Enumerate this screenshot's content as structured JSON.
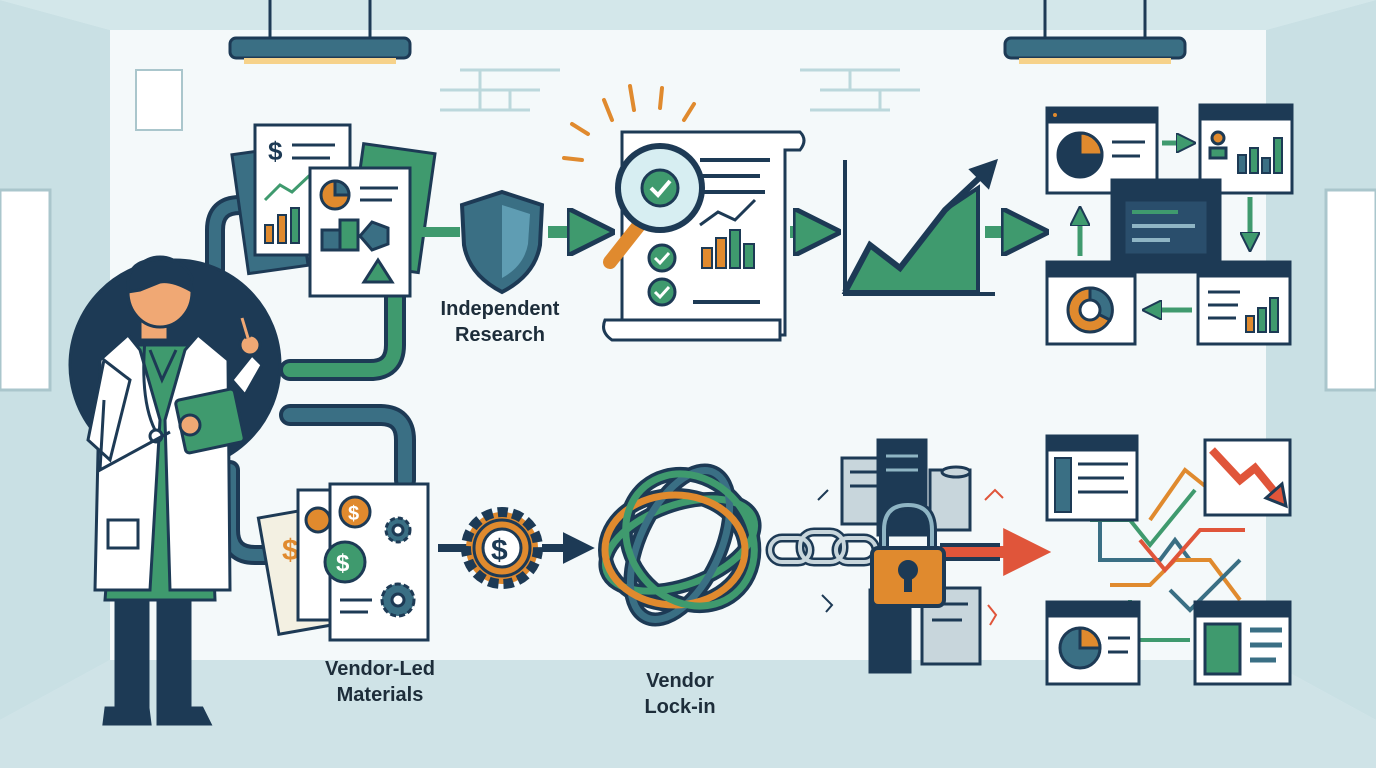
{
  "labels": {
    "independent_research": [
      "Independent",
      "Research"
    ],
    "vendor_led_materials": [
      "Vendor-Led",
      "Materials"
    ],
    "vendor_lock_in": [
      "Vendor",
      "Lock-in"
    ]
  },
  "icons": {
    "shield": "shield-icon",
    "magnifier": "magnifier-check-icon",
    "growth": "growth-chart-icon",
    "dollar": "dollar-gear-icon",
    "lock": "padlock-icon",
    "decline": "decline-arrow-icon"
  },
  "colors": {
    "navy": "#1d3a55",
    "green": "#3f9a6e",
    "orange": "#e08a2e",
    "red": "#e0553a",
    "wall": "#e8f3f5",
    "paper": "#ffffff"
  }
}
